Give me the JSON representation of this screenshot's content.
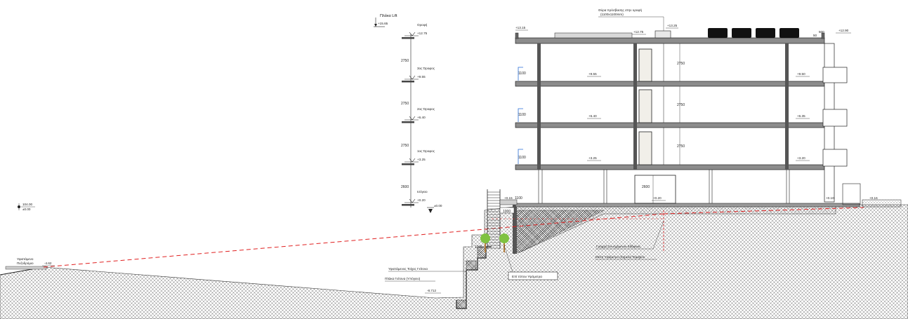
{
  "colors": {
    "line": "#1a1a1a",
    "hatch": "#555555",
    "slab_fill": "#8c8c8c",
    "red_dashed": "#e02020",
    "tree_green": "#7fc241",
    "tree_trunk": "#b07a3a",
    "accent_blue": "#2a6fd6"
  },
  "left_marker": {
    "top": "104.00",
    "bottom": "±0.00"
  },
  "lift_slab": {
    "label": "Πλάκα Lift",
    "level": "+15.65"
  },
  "roof_access": {
    "title": "Θύρα πρόσβασης στην οροφή",
    "subtitle": "(1100x1100mm)"
  },
  "level_scale": [
    {
      "name": "Οροφή",
      "level": "+12.75"
    },
    {
      "name": "3ος Όροφος",
      "level": "+9.55"
    },
    {
      "name": "2ος Όροφος",
      "level": "+6.40"
    },
    {
      "name": "1ος Όροφος",
      "level": "+3.25"
    },
    {
      "name": "Ισόγειο",
      "level": "+0.20"
    }
  ],
  "level_scale_dims": [
    "2750",
    "2750",
    "2750",
    "2600"
  ],
  "base_level": "±0.00",
  "roof_levels": {
    "left_parapet": "+13.15",
    "roof_mid": "+12.75",
    "roof_hatch": "+13.25",
    "right_parapet": "+12.90",
    "small_a": "500",
    "small_b": "50"
  },
  "floor_levels": {
    "f3_left": "+9.55",
    "f3_right": "+9.50",
    "f2_left": "+6.40",
    "f2_right": "+6.35",
    "f1_left": "+3.25",
    "f1_right": "+3.20",
    "ground": "+0.20",
    "ground_left": "+0.15",
    "right_ext_a": "+0.10",
    "right_ext_b": "+0.16"
  },
  "floor_dims": {
    "storey": "2750",
    "ground": "2600",
    "rail": "1100",
    "rail_low": "1000"
  },
  "annotations": {
    "existing_sidewalk": "Υφιστάμενο\nΠεζοδρόμιο",
    "sidewalk_level": "-4.62",
    "neighbor_wall": "Υφιστάμενος Τοίχος Γείτονα",
    "neighbor_slab": "Πλάκα Γείτονα (Υπόγειο)",
    "neighbor_slab_level": "-8.712",
    "site_survey": "Επί τόπου Υψόμετρα",
    "natural_ground_line": "Γραμμή Συνεχόμενου Εδάφους",
    "average_height_line": "Μέση Υψόμετρο (Σημείο) Τεμαχίου",
    "wall_dim": "1100"
  }
}
